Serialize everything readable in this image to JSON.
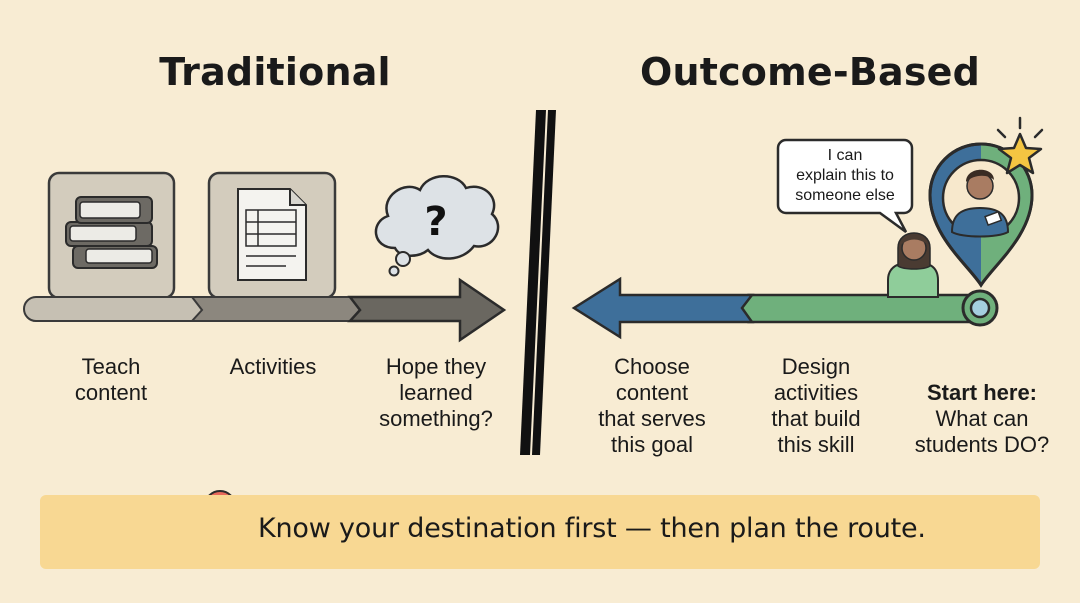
{
  "headings": {
    "left": "Traditional",
    "right": "Outcome-Based"
  },
  "traditional_steps": [
    {
      "text": "Teach\ncontent",
      "icon": "books-icon"
    },
    {
      "text": "Activities",
      "icon": "worksheet-icon"
    },
    {
      "text": "Hope they\nlearned\nsomething?",
      "icon": "question-cloud-icon"
    }
  ],
  "outcome_steps": {
    "choose": "Choose\ncontent\nthat serves\nthis goal",
    "design": "Design\nactivities\nthat build\nthis skill",
    "start_bold": "Start here:",
    "start_rest": "What can\nstudents DO?"
  },
  "speech_bubble": "I can\nexplain this to\nsomeone else",
  "question_mark": "?",
  "banner": {
    "text": "Know your destination first — then plan the route.",
    "icon": "map-pin-icon"
  },
  "colors": {
    "background": "#f8ecd3",
    "banner": "#f8d893",
    "blue": "#3e6f9a",
    "green": "#6fb07c",
    "gray_arrow": "#6a6760",
    "pin_star": "#f4c542",
    "map_pin": "#e8695a"
  }
}
